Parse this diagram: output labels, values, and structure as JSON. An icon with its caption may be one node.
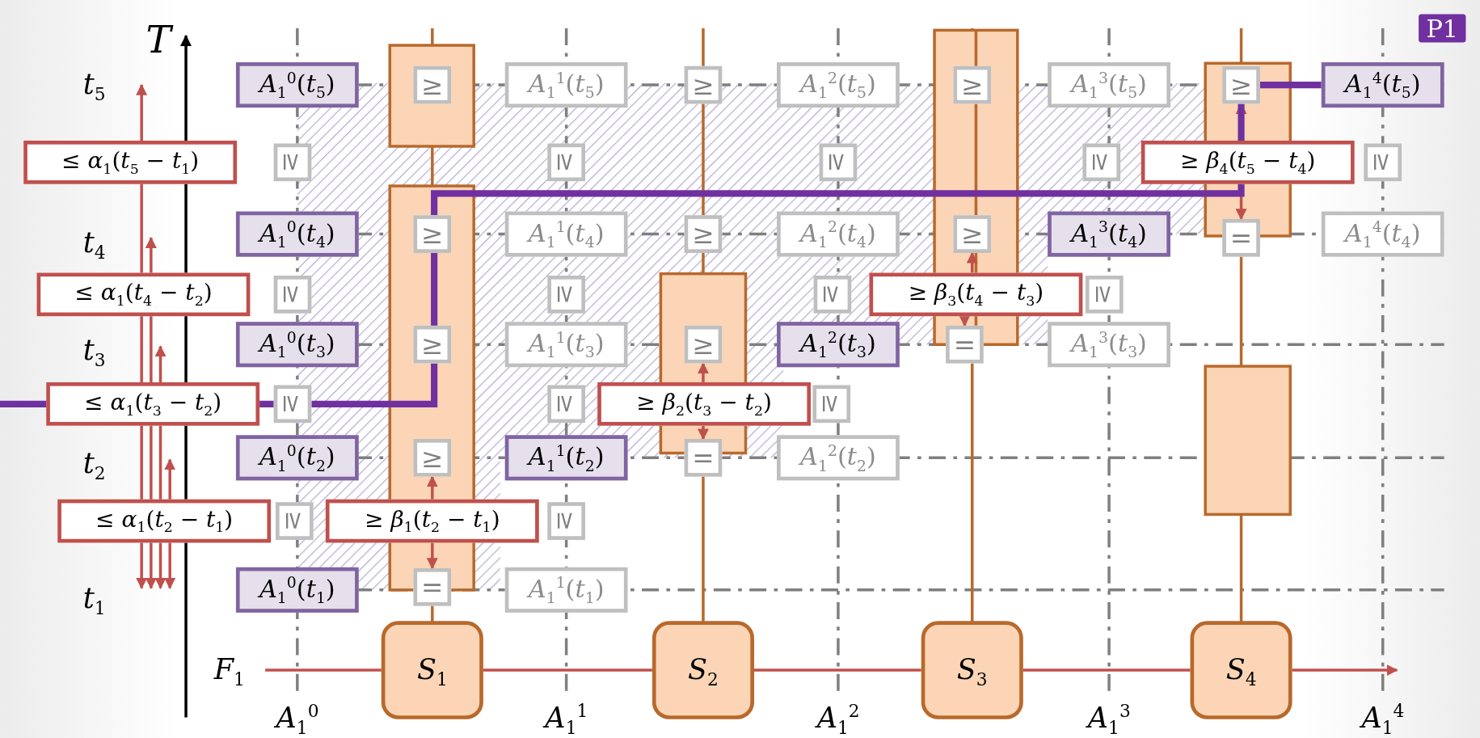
{
  "diagram": {
    "nodes": [
      {
        "text": [
          "*A*$_{1}$$^{0}$(*t*$_{5}$)"
        ]
      },
      {
        "text": [
          "≥"
        ]
      },
      {
        "text": [
          "*A*$_{1}$$^{1}$(*t*$_{5}$)"
        ]
      },
      {
        "text": [
          "≥"
        ]
      },
      {
        "text": [
          "*A*$_{1}$$^{2}$(*t*$_{5}$)"
        ]
      },
      {
        "text": [
          "≥"
        ]
      },
      {
        "text": [
          "*A*$_{1}$$^{3}$(*t*$_{5}$)"
        ]
      },
      {
        "text": [
          "≥"
        ]
      },
      {
        "text": [
          "*A*$_{1}$$^{4}$(*t*$_{5}$)"
        ]
      },
      {
        "text": [
          "≤ *α*$_{1}$(*t*$_{5}$ − *t*$_{1}$)"
        ]
      },
      {
        "text": [
          "≥"
        ]
      },
      {
        "text": [
          "≥"
        ]
      },
      {
        "text": [
          "≥"
        ]
      },
      {
        "text": [
          "≥"
        ]
      },
      {
        "text": [
          "≥ *β*$_{4}$(*t*$_{5}$ − *t*$_{4}$)"
        ]
      },
      {
        "text": [
          "≥"
        ]
      },
      {
        "text": [
          "*A*$_{1}$$^{0}$(*t*$_{4}$)"
        ]
      },
      {
        "text": [
          "≥"
        ]
      },
      {
        "text": [
          "*A*$_{1}$$^{1}$(*t*$_{4}$)"
        ]
      },
      {
        "text": [
          "≥"
        ]
      },
      {
        "text": [
          "*A*$_{1}$$^{2}$(*t*$_{4}$)"
        ]
      },
      {
        "text": [
          "≥"
        ]
      },
      {
        "text": [
          "*A*$_{1}$$^{3}$(*t*$_{4}$)"
        ]
      },
      {
        "text": [
          "="
        ]
      },
      {
        "text": [
          "*A*$_{1}$$^{4}$(*t*$_{4}$)"
        ]
      },
      {
        "text": [
          "≤ *α*$_{1}$(*t*$_{4}$ − *t*$_{2}$)"
        ]
      },
      {
        "text": [
          "≥"
        ]
      },
      {
        "text": [
          "≥"
        ]
      },
      {
        "text": [
          "≥"
        ]
      },
      {
        "text": [
          "≥ *β*$_{3}$(*t*$_{4}$ − *t*$_{3}$)"
        ]
      },
      {
        "text": [
          "≥"
        ]
      },
      {
        "text": [
          "*A*$_{1}$$^{0}$(*t*$_{3}$)"
        ]
      },
      {
        "text": [
          "≥"
        ]
      },
      {
        "text": [
          "*A*$_{1}$$^{1}$(*t*$_{3}$)"
        ]
      },
      {
        "text": [
          "≥"
        ]
      },
      {
        "text": [
          "*A*$_{1}$$^{2}$(*t*$_{3}$)"
        ]
      },
      {
        "text": [
          "="
        ]
      },
      {
        "text": [
          "*A*$_{1}$$^{3}$(*t*$_{3}$)"
        ]
      },
      {
        "text": [
          "≤ *α*$_{1}$(*t*$_{3}$ − *t*$_{2}$)"
        ]
      },
      {
        "text": [
          "≥"
        ]
      },
      {
        "text": [
          "≥"
        ]
      },
      {
        "text": [
          "≥ *β*$_{2}$(*t*$_{3}$ − *t*$_{2}$)"
        ]
      },
      {
        "text": [
          "≥"
        ]
      },
      {
        "text": [
          "*A*$_{1}$$^{0}$(*t*$_{2}$)"
        ]
      },
      {
        "text": [
          "≥"
        ]
      },
      {
        "text": [
          "*A*$_{1}$$^{1}$(*t*$_{2}$)"
        ]
      },
      {
        "text": [
          "="
        ]
      },
      {
        "text": [
          "*A*$_{1}$$^{2}$(*t*$_{2}$)"
        ]
      },
      {
        "text": [
          "≤ *α*$_{1}$(*t*$_{2}$ − *t*$_{1}$)"
        ]
      },
      {
        "text": [
          "≥"
        ]
      },
      {
        "text": [
          "≥ *β*$_{1}$(*t*$_{2}$ − *t*$_{1}$)"
        ]
      },
      {
        "text": [
          "≥"
        ]
      },
      {
        "text": [
          "*A*$_{1}$$^{0}$(*t*$_{1}$)"
        ]
      },
      {
        "text": [
          "="
        ]
      },
      {
        "text": [
          "*A*$_{1}$$^{1}$(*t*$_{1}$)"
        ]
      },
      {
        "text": [
          "*F*$_{1}$"
        ]
      },
      {
        "text": [
          "*S*$_{1}$"
        ]
      },
      {
        "text": [
          "*S*$_{2}$"
        ]
      },
      {
        "text": [
          "*S*$_{3}$"
        ]
      },
      {
        "text": [
          "*S*$_{4}$"
        ]
      }
    ],
    "edges": [
      {
        "from": 50,
        "to": 44,
        "arrow": "to"
      },
      {
        "from": 50,
        "to": 53,
        "arrow": "to"
      },
      {
        "from": 41,
        "to": 34,
        "arrow": "to"
      },
      {
        "from": 41,
        "to": 46,
        "arrow": "to"
      },
      {
        "from": 29,
        "to": 21,
        "arrow": "to"
      },
      {
        "from": 29,
        "to": 36,
        "arrow": "to"
      },
      {
        "from": 14,
        "to": 7,
        "arrow": "to"
      },
      {
        "from": 14,
        "to": 23,
        "arrow": "to"
      },
      {
        "from": 55,
        "to": 56,
        "arrow": "none"
      },
      {
        "from": 56,
        "to": 57,
        "arrow": "none"
      },
      {
        "from": 57,
        "to": 58,
        "arrow": "none"
      },
      {
        "from": 58,
        "to": 59,
        "arrow": "none"
      },
      {
        "from": 59,
        "to": null,
        "arrow": "to"
      },
      {
        "from": null,
        "to": 8,
        "arrow": "none",
        "style": "thick",
        "color": "#7030a0"
      }
    ],
    "labels": [
      "*T*",
      "P1",
      "*t*$_{5}$",
      "*t*$_{4}$",
      "*t*$_{3}$",
      "*t*$_{2}$",
      "*t*$_{1}$",
      "*A*$_{1}$$^{0}$",
      "*A*$_{1}$$^{1}$",
      "*A*$_{1}$$^{2}$",
      "*A*$_{1}$$^{3}$",
      "*A*$_{1}$$^{4}$"
    ]
  }
}
